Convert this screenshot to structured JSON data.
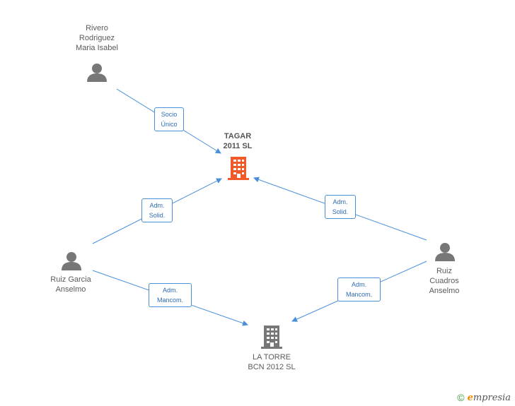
{
  "nodes": {
    "tagar": {
      "label": "TAGAR\n2011 SL",
      "color": "#f05a28",
      "type": "company"
    },
    "la_torre": {
      "label": "LA TORRE\nBCN 2012 SL",
      "color": "#777777",
      "type": "company"
    },
    "rivero": {
      "label": "Rivero\nRodriguez\nMaria Isabel",
      "type": "person"
    },
    "ruiz_garcia": {
      "label": "Ruiz Garcia\nAnselmo",
      "type": "person"
    },
    "ruiz_cuadros": {
      "label": "Ruiz\nCuadros\nAnselmo",
      "type": "person"
    }
  },
  "edges": {
    "rivero_tagar": "Socio\nÚnico",
    "garcia_tagar": "Adm.\nSolid.",
    "cuadros_tagar": "Adm.\nSolid.",
    "garcia_torre": "Adm.\nMancom.",
    "cuadros_torre": "Adm.\nMancom."
  },
  "colors": {
    "line": "#4a90d9",
    "person": "#777777"
  },
  "footer": {
    "copyright": "©",
    "brand_initial": "e",
    "brand_rest": "mpresia"
  }
}
